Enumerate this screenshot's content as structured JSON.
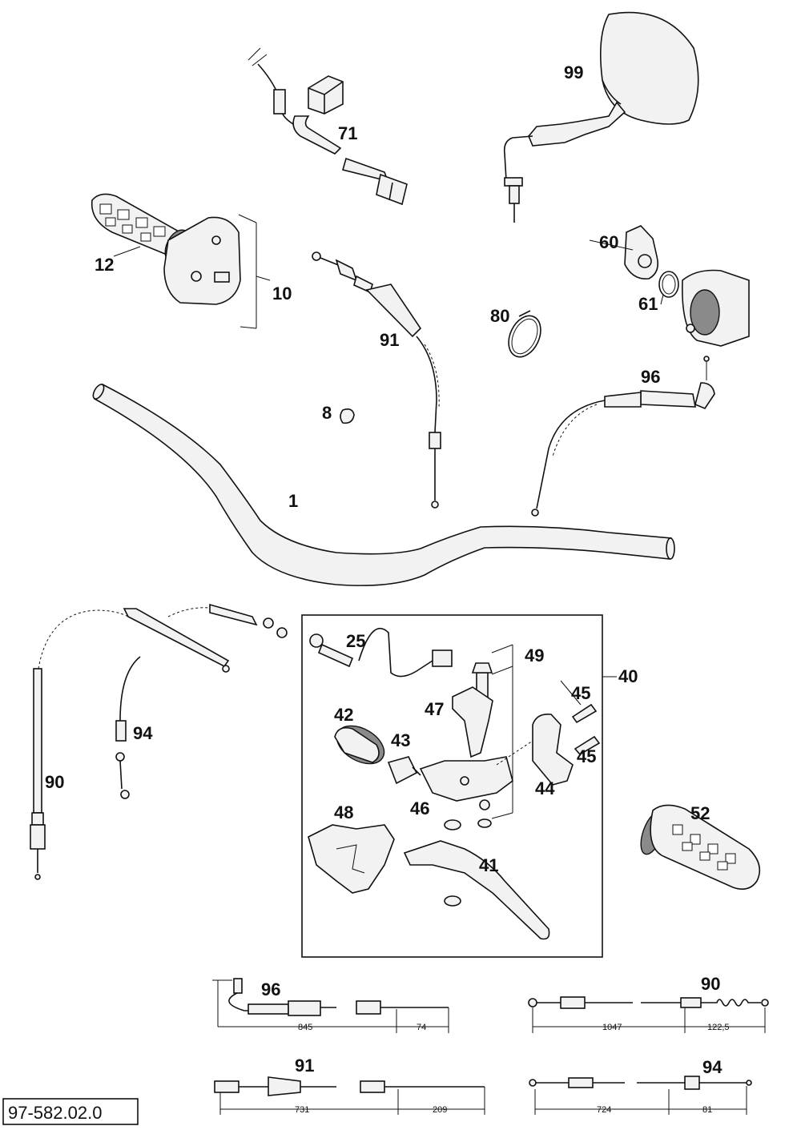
{
  "reference": "97-582.02.0",
  "callouts": {
    "c99": "99",
    "c71": "71",
    "c12": "12",
    "c10": "10",
    "c60": "60",
    "c61": "61",
    "c80": "80",
    "c91": "91",
    "c8": "8",
    "c96": "96",
    "c1": "1",
    "c25": "25",
    "c49": "49",
    "c40": "40",
    "c45a": "45",
    "c45b": "45",
    "c47": "47",
    "c42": "42",
    "c43": "43",
    "c44": "44",
    "c46": "46",
    "c48": "48",
    "c41": "41",
    "c52": "52",
    "c94": "94",
    "c90": "90"
  },
  "cable_specs": {
    "c96": {
      "label": "96",
      "dim_main": "845",
      "dim_end": "74"
    },
    "c90": {
      "label": "90",
      "dim_main": "1047",
      "dim_end": "122,5"
    },
    "c91": {
      "label": "91",
      "dim_main": "731",
      "dim_end": "209"
    },
    "c94": {
      "label": "94",
      "dim_main": "724",
      "dim_end": "81"
    }
  }
}
